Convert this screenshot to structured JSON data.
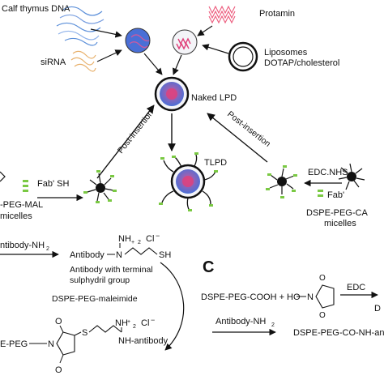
{
  "panel_a": {
    "dna_label": "Calf thymus DNA",
    "sirna_label": "siRNA",
    "protamin_label": "Protamin",
    "liposomes_label_1": "Liposomes",
    "liposomes_label_2": "DOTAP/cholesterol",
    "naked_lpd_label": "Naked LPD",
    "post_insertion_left": "Post-insertion",
    "post_insertion_right": "Post-insertion",
    "tlpd_label": "TLPD",
    "fab_sh_label": "Fab' SH",
    "peg_mal_label": "-PEG-MAL",
    "micelles_left": "micelles",
    "edc_nhs_label": "EDC.NHS",
    "fab_right_label": "Fab'",
    "dspe_peg_ca_label": "DSPE-PEG-CA",
    "micelles_right": "micelles"
  },
  "panel_b": {
    "antibody_nh2_top": "ntibody-NH",
    "antibody_label": "Antibody",
    "n_label": "N",
    "sh_label": "SH",
    "nh2_cl_top": "NH",
    "cl_top": "Cl",
    "terminal_line1": "Antibody with terminal",
    "terminal_line2": "sulphydril group",
    "dspe_peg_maleimide": "DSPE-PEG-maleimide",
    "nh2_cl_bottom": "NH",
    "cl_bottom": "Cl",
    "e_peg_label": "E-PEG",
    "n_ring": "N",
    "s_label": "S",
    "nh_antibody": "NH-antibody",
    "o_top": "O",
    "o_bottom": "O"
  },
  "panel_c": {
    "letter": "C",
    "reactant": "DSPE-PEG-COOH + HO",
    "n_label": "N",
    "edc_label": "EDC",
    "product_cut": "D",
    "antibody_nh2": "Antibody-NH",
    "final_product": "DSPE-PEG-CO-NH-an"
  }
}
